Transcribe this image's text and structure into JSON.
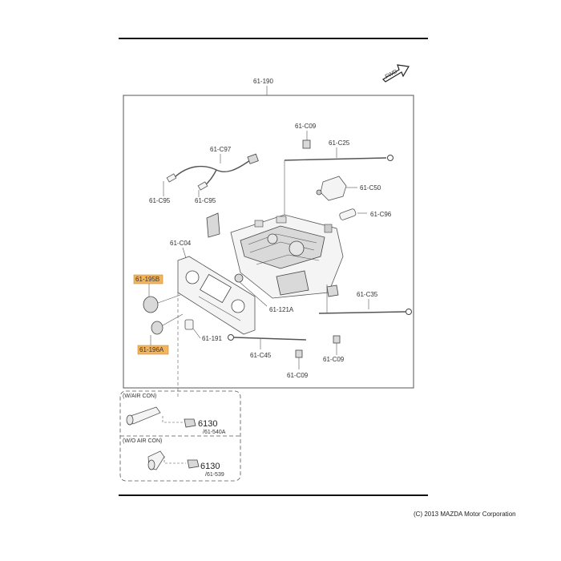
{
  "diagram": {
    "group_ref": "61-190",
    "nav_arrow_label": "FWD",
    "callouts": {
      "c09_top": "61-C09",
      "c25": "61-C25",
      "c97": "61-C97",
      "c95_left": "61-C95",
      "c95_right": "61-C95",
      "c50": "61-C50",
      "c96": "61-C96",
      "c04": "61-C04",
      "p195b": "61-195B",
      "p196a": "61-196A",
      "p121a": "61-121A",
      "c35": "61-C35",
      "p191": "61-191",
      "c45": "61-C45",
      "c09_mid": "61-C09",
      "c09_bottom": "61-C09"
    },
    "highlighted_parts": [
      "61-195B",
      "61-196A"
    ],
    "highlight_color": "#f5b35a",
    "variants": [
      {
        "condition": "(W/AIR CON)",
        "part_number": "6130",
        "sub_ref": "/61-540A"
      },
      {
        "condition": "(W/O AIR CON)",
        "part_number": "6130",
        "sub_ref": "/61-539"
      }
    ]
  },
  "footer": {
    "copyright": "(C) 2013 MAZDA Motor Corporation"
  }
}
